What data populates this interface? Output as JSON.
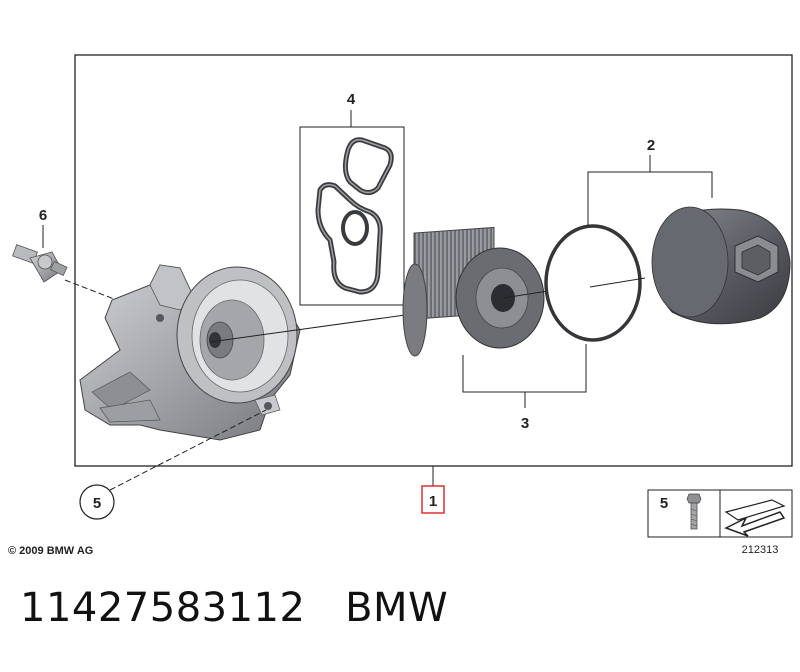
{
  "callouts": {
    "c1": "1",
    "c2": "2",
    "c3": "3",
    "c4": "4",
    "c5": "5",
    "c6": "6"
  },
  "legend": {
    "number": "5",
    "ref_number": "212313"
  },
  "copyright": "© 2009 BMW AG",
  "footer": {
    "part_number": "11427583112",
    "brand": "BMW"
  },
  "colors": {
    "highlight": "#e03030",
    "line": "#222222",
    "metal": "#a9a9ad",
    "dark_part": "#55575e"
  }
}
